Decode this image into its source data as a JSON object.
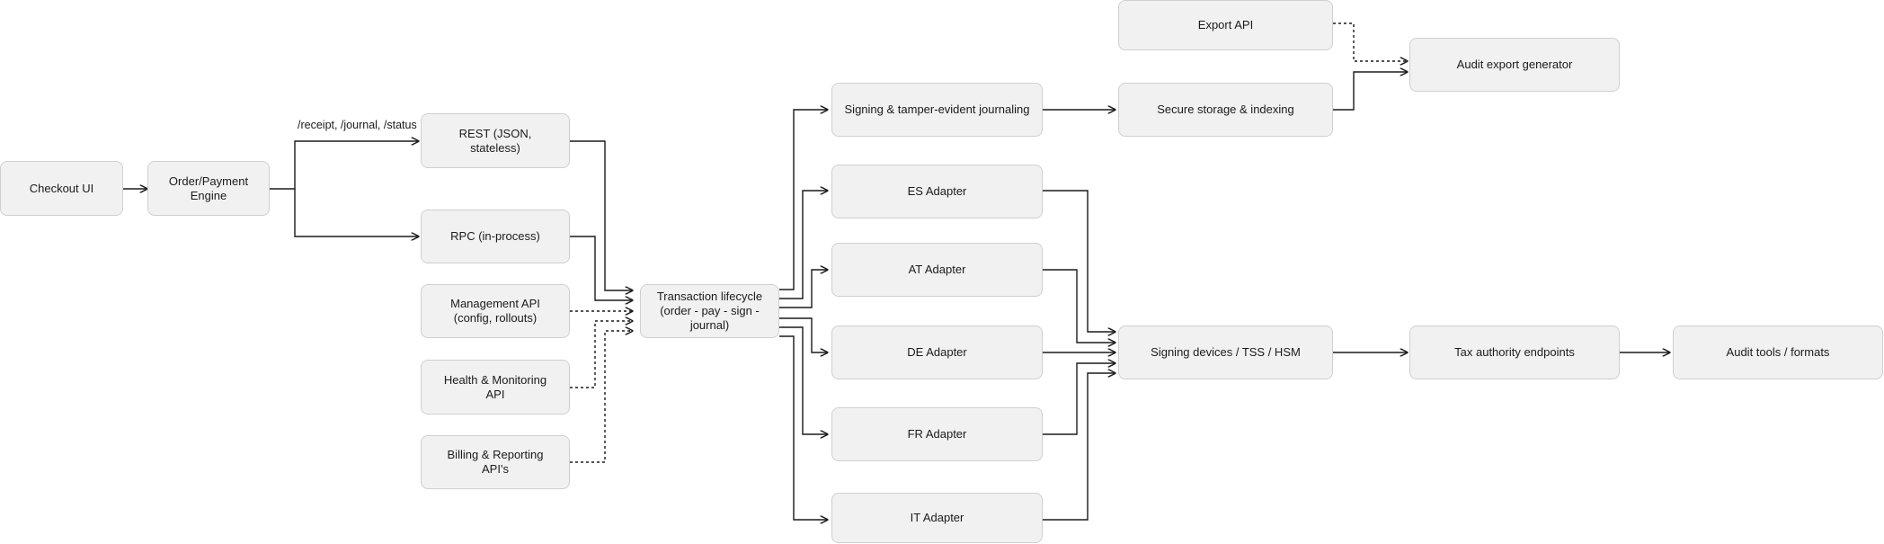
{
  "nodes": {
    "checkout_ui": "Checkout UI",
    "order_engine": "Order/Payment Engine",
    "rest": "REST (JSON,\nstateless)",
    "rpc": "RPC (in-process)",
    "management_api": "Management API\n(config, rollouts)",
    "health_api": "Health & Monitoring\nAPI",
    "billing_api": "Billing & Reporting\nAPI's",
    "transaction": "Transaction lifecycle\n(order - pay - sign - journal)",
    "signing_journal": "Signing & tamper-evident journaling",
    "es_adapter": "ES Adapter",
    "at_adapter": "AT Adapter",
    "de_adapter": "DE Adapter",
    "fr_adapter": "FR Adapter",
    "it_adapter": "IT Adapter",
    "export_api": "Export API",
    "secure_storage": "Secure storage & indexing",
    "audit_export": "Audit export generator",
    "signing_devices": "Signing devices / TSS / HSM",
    "tax_authority": "Tax authority endpoints",
    "audit_tools": "Audit tools / formats"
  },
  "edge_labels": {
    "rest_endpoints": "/receipt, /journal, /status"
  }
}
